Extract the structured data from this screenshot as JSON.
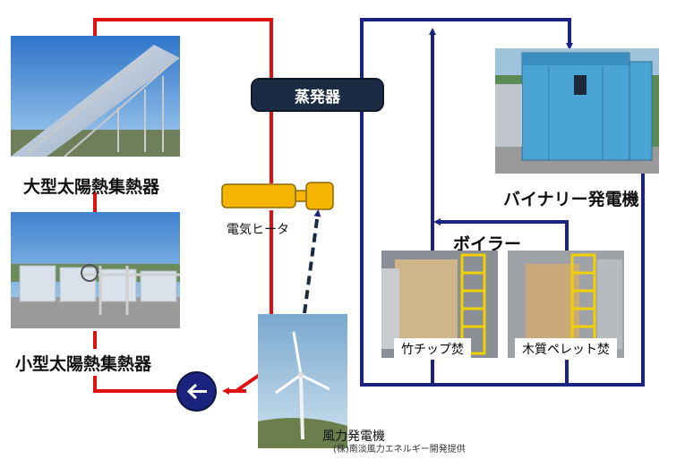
{
  "labels": {
    "large_collector": "大型太陽熱集熱器",
    "small_collector": "小型太陽熱集熱器",
    "steam_generator": "蒸発器",
    "electric_heater": "電気ヒータ",
    "wind_turbine": "風力発電機",
    "wind_credit": "(株)南淡風力エネルギー開発提供",
    "binary_generator": "バイナリー発電機",
    "boiler": "ボイラー",
    "bamboo_chip": "竹チップ焚",
    "wood_pellet": "木質ペレット焚"
  },
  "colors": {
    "hot_loop": "#e01010",
    "boiler_loop": "#1a237e",
    "pump": "#1a237e",
    "heater": "#f5b400",
    "steam_box": "#1c2b44"
  },
  "icons": {
    "pump": "left-arrow-in-circle-icon",
    "heater": "electric-heater-icon"
  }
}
